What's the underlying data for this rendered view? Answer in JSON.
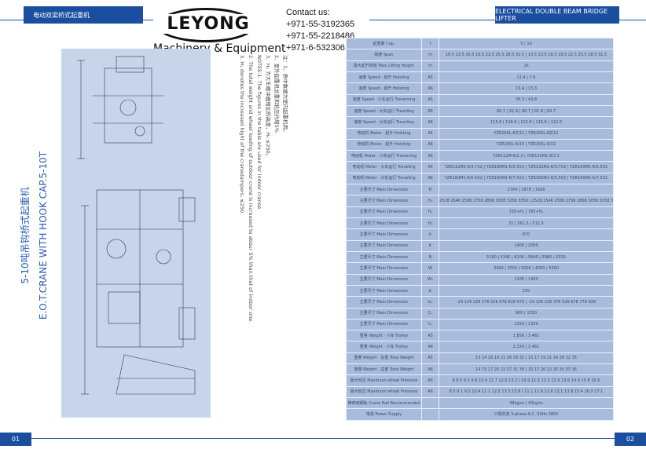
{
  "header": {
    "left_title": "电动双梁桥式起重机",
    "right_title": "ELECTRICAL DOUBLE BEAM BRIDGE LIFTER"
  },
  "logo": {
    "word": "LEYONG",
    "subtitle": "Machinery & Equipment"
  },
  "contact": {
    "heading": "Contact us:",
    "phones": [
      "+971-55-3192365",
      "+971-55-2218486",
      "+971-6-5323061"
    ]
  },
  "title": {
    "cn": "5-10吨吊钩桥式起重机",
    "en": "E.O.T.CRANE WITH HOOK CAP.5-10T"
  },
  "notes": [
    "注：1、表中数据为室内起重机用。",
    "2、室外起重机总重和轮压约增5%",
    "3、H₁ 为大车缓冲器增加的高度，H₁ ≤250。",
    "NOTES:1. The figures in the table are used for indoor cranse.",
    "2. The total weight and wheel loading of outdoor crane is increased to abour 5% than that of indoor one.",
    "3. H₁ denotes the increased hight of the cranedampers, ≤250."
  ],
  "spec_rows": [
    [
      "起重量 Cap.",
      "t",
      "5 | 10"
    ],
    [
      "跨度 Span",
      "m",
      "10.5 13.5 16.5 19.5 22.5 25.5 28.5 31.5 | 10.5 13.5 16.5 19.5 22.5 25.5 28.5 31.5"
    ],
    [
      "最大起升高度 Max.Lifting Height",
      "m",
      "16"
    ],
    [
      "速度 Speed · 起升 Hoisting",
      "A5",
      "11.4 | 7.6"
    ],
    [
      "速度 Speed · 起升 Hoisting",
      "A6",
      "15.4 | 13.3"
    ],
    [
      "速度 Speed · 小车运行 Traversing",
      "A5",
      "38.3 | 43.8"
    ],
    [
      "速度 Speed · 大车运行 Traveling",
      "A5",
      "90.7 | 91.9 | 90.7 | 91.9 | 84.7"
    ],
    [
      "速度 Speed · 大车运行 Traveling",
      "A6",
      "115.6 | 116.6 | 115.6 | 116.6 | 112.5"
    ],
    [
      "电动机 Motor · 起升 Hoisting",
      "A5",
      "YZR160L-6Z/11 | YZR160L-8Z/11"
    ],
    [
      "电动机 Motor · 起升 Hoisting",
      "A6",
      "YZR180L-6/15 | YZR200L-6/22"
    ],
    [
      "电动机 Motor · 小车运行 Traversing",
      "A5",
      "YZR112M-6/2.2 | YZR132M1-6/2.2"
    ],
    [
      "电动机 Motor · 大车运行 Traveling",
      "A5",
      "YZR132M2-6/3.7X2 | YZR160M1-6/5.5X2 | YZR132M2-6/3.7X2 | YZR160M1-6/5.5X2"
    ],
    [
      "电动机 Motor · 大车运行 Traveling",
      "A6",
      "YZR160M1-6/5.5X2 | YZR160M2-6/7.5X2 | YZR160M1-6/5.5X2 | YZR160M2-6/7.5X2"
    ],
    [
      "主要尺寸 Main Dimension",
      "H",
      "1764 | 1878 | 1926"
    ],
    [
      "主要尺寸 Main Dimension",
      "H₁",
      "2528 2546 2586 2756 2806 3058 3258 3358 | 2528 2546 2586 2756 2806 3058 3158 3358"
    ],
    [
      "主要尺寸 Main Dimension",
      "H₂",
      "735+H₁ | 785+H₁"
    ],
    [
      "主要尺寸 Main Dimension",
      "H₃",
      "31 | 561.5 | 511.5"
    ],
    [
      "主要尺寸 Main Dimension",
      "h",
      "870"
    ],
    [
      "主要尺寸 Main Dimension",
      "K",
      "1400 | 2000"
    ],
    [
      "主要尺寸 Main Dimension",
      "B",
      "5190 | 5340 | 6100 | 5840 | 5980 | 6330"
    ],
    [
      "主要尺寸 Main Dimension",
      "W",
      "3400 | 3550 | 5000 | 4050 | 5000"
    ],
    [
      "主要尺寸 Main Dimension",
      "W₁",
      "1100 | 1400"
    ],
    [
      "主要尺寸 Main Dimension",
      "b",
      "230"
    ],
    [
      "主要尺寸 Main Dimension",
      "b₁",
      "-24 126 226 376 526 678 828 976 | -24 126 226 376 526 678 778 928"
    ],
    [
      "主要尺寸 Main Dimension",
      "C₁",
      "800 | 1550"
    ],
    [
      "主要尺寸 Main Dimension",
      "C₂",
      "1250 | 1350"
    ],
    [
      "重量 Weight · 小车 Trolley",
      "A5",
      "1.856 | 3.461"
    ],
    [
      "重量 Weight · 小车 Trolley",
      "A6",
      "2.324 | 3.461"
    ],
    [
      "重量 Weight · 总重 Total Weight",
      "A5",
      "13 14 16 19 21 26 29 32 | 15 17 19 21 24 28 32 35"
    ],
    [
      "重量 Weight · 总重 Total Weight",
      "A6",
      "14 15 17 20 22 27 31 34 | 15 17 20 22 25 30 33 36"
    ],
    [
      "最大轮压 Maximum wheel Pressure",
      "A5",
      "8 8.5 9.1 9.8 10.4 11.7 12.5 13.2 | 10.9 11.5 12.2 12.9 13.6 14.9 15.8 16.6"
    ],
    [
      "最大轮压 Maximum wheel Pressure",
      "A6",
      "8.5 9.1 9.2 10.4 11.1 12.5 13.3 13.8 | 11.1 11.6 12.6 13.1 13.8 15.4 16.3 17.1"
    ],
    [
      "推荐用钢轨 Crane Rail Recommended",
      "",
      "38kg/m | 43kg/m"
    ],
    [
      "电源 Power Supply",
      "",
      "三相交流 3-phase A.C. 50Hz 380V"
    ]
  ],
  "footer": {
    "left_page": "01",
    "right_page": "02"
  },
  "colors": {
    "accent": "#1a4fa0",
    "drawing_bg": "#c8d4ea",
    "table_bg": "#a9bbdc"
  }
}
